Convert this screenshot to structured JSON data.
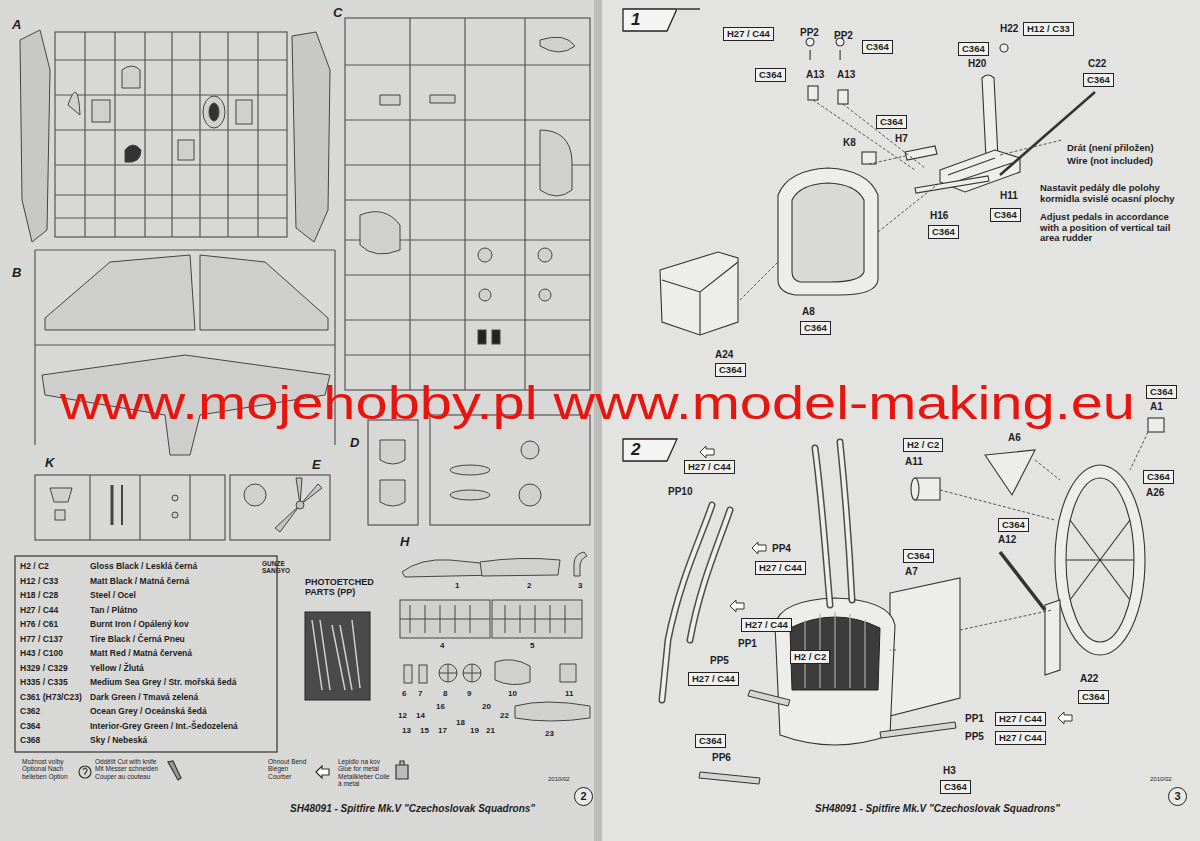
{
  "diagram": {
    "nodes": [
      {
        "text": [
          "1"
        ]
      },
      {
        "text": [
          "H27 / C44"
        ]
      },
      {
        "text": [
          "C364"
        ]
      },
      {
        "text": [
          "H12 / C33"
        ]
      },
      {
        "text": [
          "C364"
        ]
      },
      {
        "text": [
          "C364"
        ]
      },
      {
        "text": [
          "C364"
        ]
      },
      {
        "text": [
          "C364"
        ]
      },
      {
        "text": [
          "C364"
        ]
      },
      {
        "text": [
          "C364"
        ]
      },
      {
        "text": [
          "C364"
        ]
      },
      {
        "text": [
          "C364"
        ]
      },
      {
        "text": [
          "2"
        ]
      },
      {
        "text": [
          "C364"
        ]
      },
      {
        "text": [
          "H2 / C2"
        ]
      },
      {
        "text": [
          "H27 / C44"
        ]
      },
      {
        "text": [
          "C364"
        ]
      },
      {
        "text": [
          "C364"
        ]
      },
      {
        "text": [
          "C364"
        ]
      },
      {
        "text": [
          "H27 / C44"
        ]
      },
      {
        "text": [
          "H27 / C44"
        ]
      },
      {
        "text": [
          "H2 / C2"
        ]
      },
      {
        "text": [
          "H27 / C44"
        ]
      },
      {
        "text": [
          "C364"
        ]
      },
      {
        "text": [
          "H27 / C44"
        ]
      },
      {
        "text": [
          "H27 / C44"
        ]
      },
      {
        "text": [
          "C364"
        ]
      },
      {
        "text": [
          "C364"
        ]
      },
      {
        "text": [
          "2"
        ]
      },
      {
        "text": [
          "3"
        ]
      }
    ],
    "labels": [
      "A",
      "C",
      "B",
      "D",
      "E",
      "K",
      "H",
      "H2 / C2",
      "Gloss Black / Lesklá černá",
      "H12 / C33",
      "Matt Black / Matná černá",
      "H18 / C28",
      "Steel / Ocel",
      "H27 / C44",
      "Tan / Plátno",
      "H76 / C61",
      "Burnt Iron / Opálený kov",
      "H77 / C137",
      "Tire Black / Černá Pneu",
      "H43 / C100",
      "Matt Red / Matná červená",
      "H329 / C329",
      "Yellow / Žlutá",
      "H335 / C335",
      "Medium Sea Grey / Str. mořská šedá",
      "C361 (H73/C23)",
      "Dark Green / Tmavá zelená",
      "C362",
      "Ocean Grey / Oceánská šedá",
      "C364",
      "Interior-Grey Green / Int.-Šedozelená",
      "C368",
      "Sky / Nebeská",
      "GUNZE SANGYO",
      "PHOTOETCHED PARTS (PP)",
      "1",
      "2",
      "3",
      "4",
      "5",
      "6",
      "7",
      "8",
      "9",
      "10",
      "11",
      "12",
      "13",
      "14",
      "15",
      "16",
      "17",
      "18",
      "19",
      "20",
      "21",
      "22",
      "23",
      "Možnost volby Optional Nach belieben Option",
      "Oddělit Cut with knife Mit Messer schneiden Couper au couteau",
      "Ohnout Bend Biegen Courber",
      "Lepidlo na kov Glue for metal Metallkleber Colle à metal",
      "2010/02",
      "SH48091 - Spitfire Mk.V \"Czechoslovak Squadrons\"",
      "www.mojehobby.pl www.model-making.eu",
      "PP2",
      "PP2",
      "A13",
      "A13",
      "H22",
      "H20",
      "C22",
      "H7",
      "K8",
      "Drát (není přiložen)",
      "Wire (not included)",
      "H11",
      "H16",
      "Nastavit pedály dle polohy kormidla svislé ocasní plochy",
      "Adjust pedals in accordance with a position of vertical tail area rudder",
      "A8",
      "A24",
      "A1",
      "A6",
      "A11",
      "A26",
      "PP10",
      "A12",
      "PP4",
      "A7",
      "PP1",
      "PP5",
      "A22",
      "PP1",
      "PP5",
      "PP6",
      "H3",
      "2010/02",
      "SH48091 - Spitfire Mk.V \"Czechoslovak Squadrons\""
    ]
  }
}
